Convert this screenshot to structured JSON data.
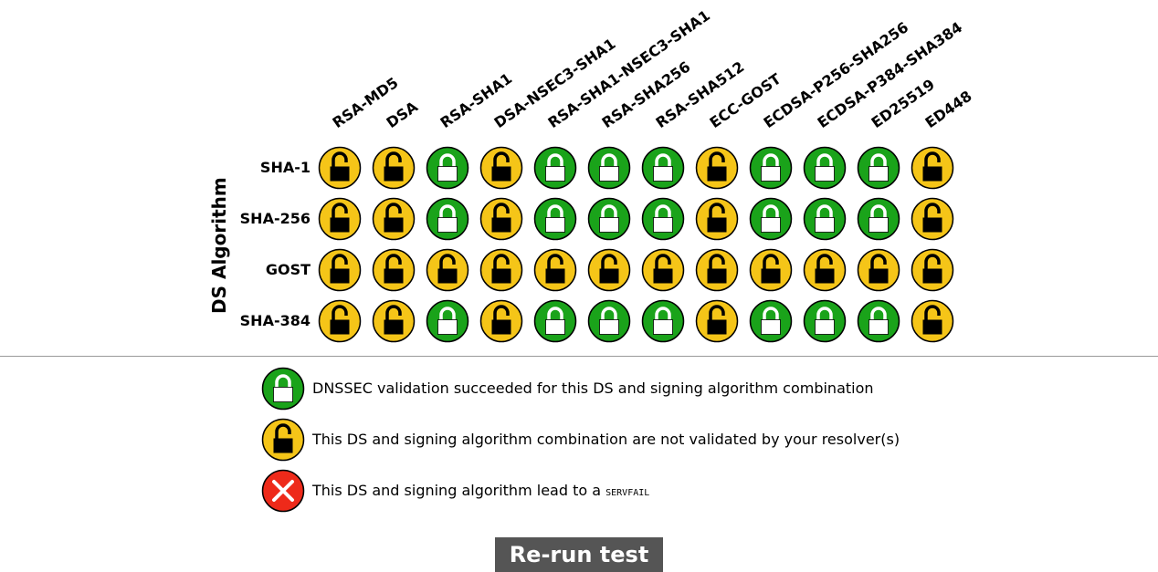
{
  "matrix": {
    "row_axis_title": "DS Algorithm",
    "columns": [
      "RSA-MD5",
      "DSA",
      "RSA-SHA1",
      "DSA-NSEC3-SHA1",
      "RSA-SHA1-NSEC3-SHA1",
      "RSA-SHA256",
      "RSA-SHA512",
      "ECC-GOST",
      "ECDSA-P256-SHA256",
      "ECDSA-P384-SHA384",
      "ED25519",
      "ED448"
    ],
    "rows": [
      {
        "label": "SHA-1",
        "status": [
          "not-validated",
          "not-validated",
          "validated",
          "not-validated",
          "validated",
          "validated",
          "validated",
          "not-validated",
          "validated",
          "validated",
          "validated",
          "not-validated"
        ]
      },
      {
        "label": "SHA-256",
        "status": [
          "not-validated",
          "not-validated",
          "validated",
          "not-validated",
          "validated",
          "validated",
          "validated",
          "not-validated",
          "validated",
          "validated",
          "validated",
          "not-validated"
        ]
      },
      {
        "label": "GOST",
        "status": [
          "not-validated",
          "not-validated",
          "not-validated",
          "not-validated",
          "not-validated",
          "not-validated",
          "not-validated",
          "not-validated",
          "not-validated",
          "not-validated",
          "not-validated",
          "not-validated"
        ]
      },
      {
        "label": "SHA-384",
        "status": [
          "not-validated",
          "not-validated",
          "validated",
          "not-validated",
          "validated",
          "validated",
          "validated",
          "not-validated",
          "validated",
          "validated",
          "validated",
          "not-validated"
        ]
      }
    ]
  },
  "legend": {
    "validated": {
      "icon": "green-closed-lock-icon",
      "text": "DNSSEC validation succeeded for this DS and signing algorithm combination"
    },
    "not_validated": {
      "icon": "yellow-open-lock-icon",
      "text": "This DS and signing algorithm combination are not validated by your resolver(s)"
    },
    "servfail": {
      "icon": "red-x-icon",
      "text": "This DS and signing algorithm lead to a",
      "term": "SERVFAIL"
    }
  },
  "colors": {
    "validated_fill": "#1aa31a",
    "not_validated_fill": "#f5c518",
    "servfail_fill": "#ee2a1a",
    "button_bg": "#555555"
  },
  "rerun_label": "Re-run test"
}
